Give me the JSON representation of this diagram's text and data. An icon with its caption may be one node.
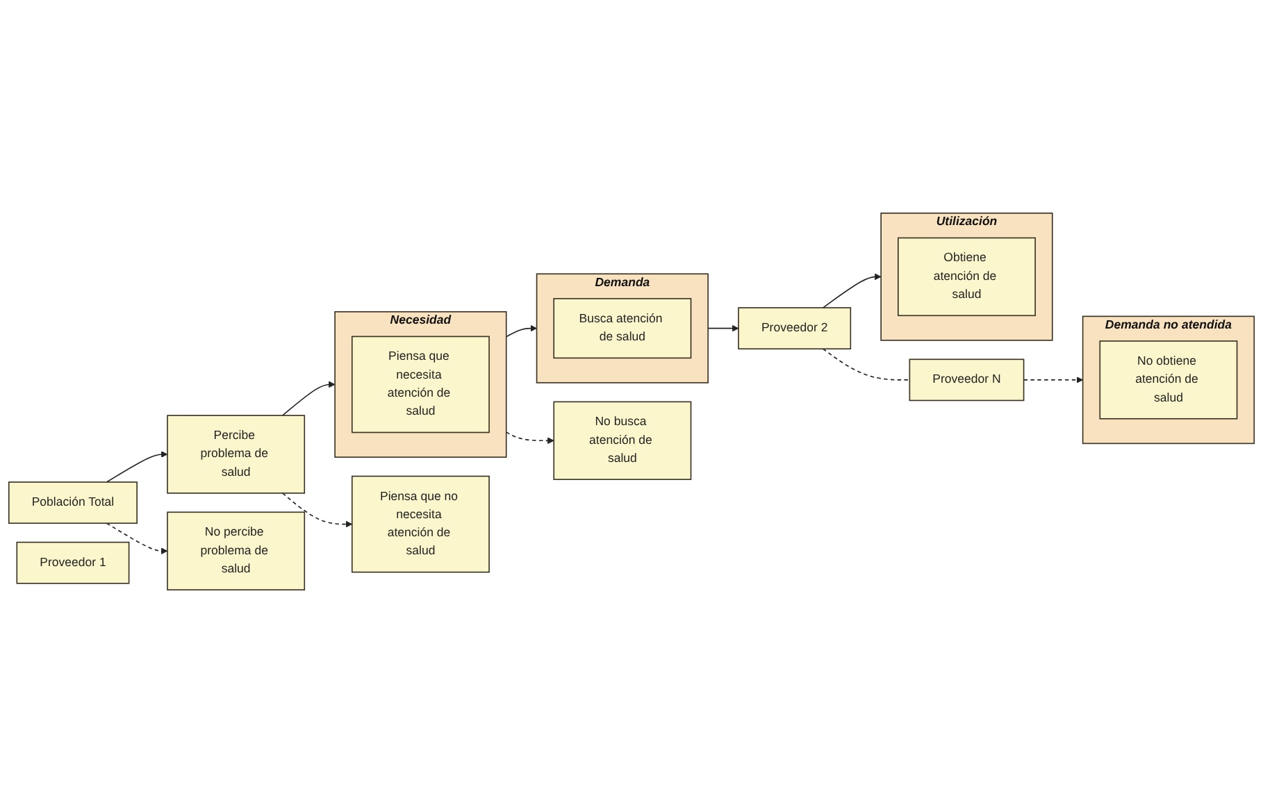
{
  "diagram": {
    "nodes": [
      {
        "text": [
          "Población Total"
        ]
      },
      {
        "text": [
          "Percibe problema de salud"
        ]
      },
      {
        "text": [
          "No percibe problema de salud"
        ]
      },
      {
        "text": [
          "Necesidad"
        ]
      },
      {
        "text": [
          "Piensa que necesita atención de salud"
        ],
        "in": 3
      },
      {
        "text": [
          "Piensa que no necesita atención de salud"
        ]
      },
      {
        "text": [
          "Demanda"
        ]
      },
      {
        "text": [
          "Busca atención de salud"
        ],
        "in": 6
      },
      {
        "text": [
          "No busca atención de salud"
        ]
      },
      {
        "text": [
          "Proveedor 1"
        ]
      },
      {
        "text": [
          "Proveedor 2"
        ]
      },
      {
        "text": [
          "Proveedor N"
        ]
      },
      {
        "text": [
          "Utilización"
        ]
      },
      {
        "text": [
          "Obtiene atención de salud"
        ],
        "in": 12
      },
      {
        "text": [
          "Demanda no atendida"
        ]
      },
      {
        "text": [
          "No obtiene atención de salud"
        ],
        "in": 14
      }
    ],
    "edges": [
      {
        "from": 0,
        "to": 1,
        "arrow": "to"
      },
      {
        "from": 0,
        "to": 2,
        "arrow": "to",
        "style": "dashed"
      },
      {
        "from": 1,
        "to": 3,
        "arrow": "to"
      },
      {
        "from": 1,
        "to": 5,
        "arrow": "to",
        "style": "dashed"
      },
      {
        "from": 3,
        "to": 6,
        "arrow": "to"
      },
      {
        "from": 3,
        "to": 8,
        "arrow": "to",
        "style": "dashed"
      },
      {
        "from": 6,
        "to": 10,
        "arrow": "to"
      },
      {
        "from": 10,
        "to": 12,
        "arrow": "to"
      },
      {
        "from": 10,
        "to": 11,
        "arrow": "none",
        "style": "dashed"
      },
      {
        "from": 11,
        "to": 14,
        "arrow": "to",
        "style": "dashed"
      }
    ]
  }
}
